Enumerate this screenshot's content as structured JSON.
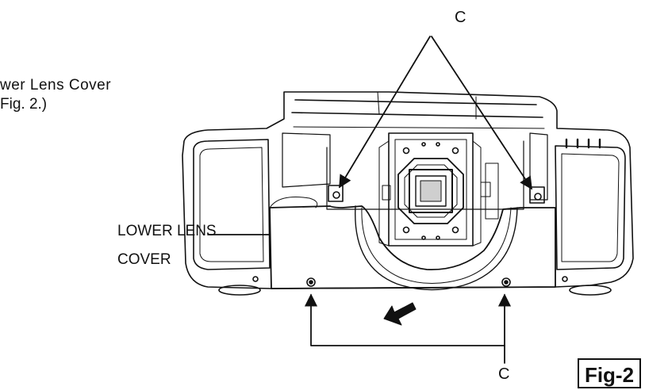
{
  "instructions": {
    "line1": "wer Lens Cover",
    "line2": "Fig. 2.)"
  },
  "part_label": {
    "line1": "LOWER LENS",
    "line2": "COVER"
  },
  "callouts": {
    "top": "C",
    "bottom": "C"
  },
  "figure_badge": "Fig-2",
  "colors": {
    "ink": "#111111",
    "background": "#ffffff"
  }
}
